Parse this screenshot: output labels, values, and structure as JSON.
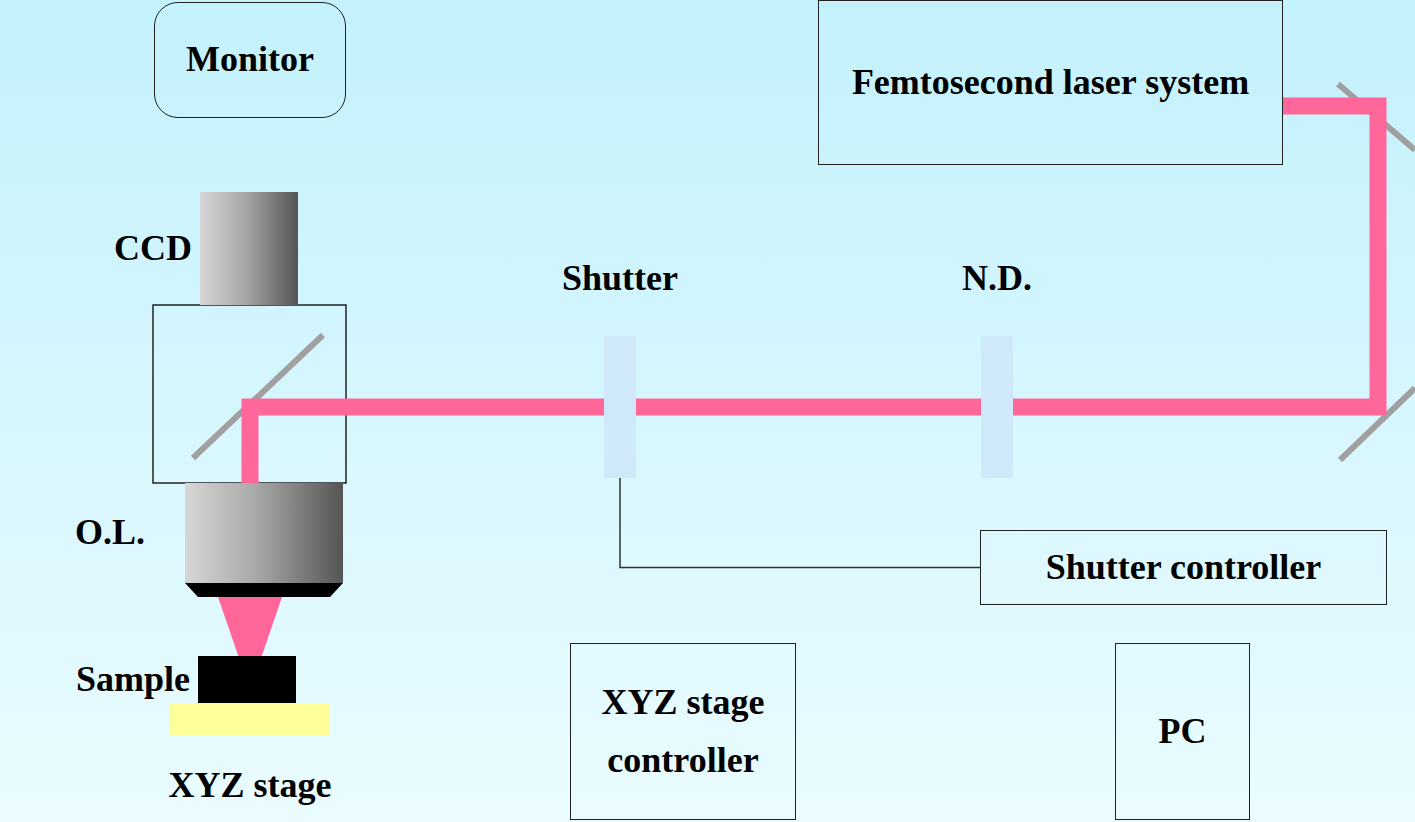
{
  "diagram": {
    "nodes": [
      {
        "text": [
          "Monitor"
        ]
      },
      {
        "text": [
          "Femtosecond laser system"
        ]
      },
      {
        "text": [
          "CCD"
        ]
      },
      {
        "text": [
          "Shutter"
        ]
      },
      {
        "text": [
          "N.D."
        ]
      },
      {
        "text": [
          "O.L."
        ]
      },
      {
        "text": [
          "Shutter controller"
        ]
      },
      {
        "text": [
          "Sample"
        ]
      },
      {
        "text": [
          "XYZ stage controller"
        ]
      },
      {
        "text": [
          "PC"
        ]
      },
      {
        "text": [
          "XYZ stage"
        ]
      }
    ],
    "edges": [
      {
        "from": 1,
        "to": 4,
        "arrow": "none"
      },
      {
        "from": 4,
        "to": 3,
        "arrow": "none"
      },
      {
        "from": 3,
        "to": 5,
        "arrow": "none"
      },
      {
        "from": 3,
        "to": 6,
        "arrow": "none"
      }
    ]
  }
}
